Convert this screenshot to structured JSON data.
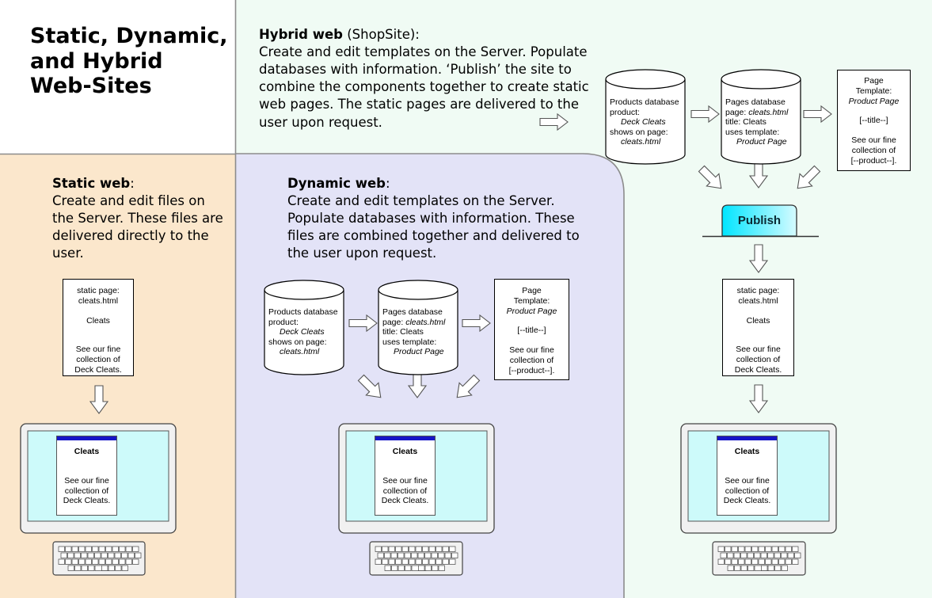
{
  "title": "Static, Dynamic, and Hybrid Web-Sites",
  "hybrid": {
    "heading": "Hybrid web",
    "subheading": " (ShopSite):",
    "description": "Create and edit templates on the Server. Populate databases with information. ‘Publish’ the site to combine the components together to create static web pages. The static pages are delivered to the user upon request.",
    "publish_label": "Publish"
  },
  "static": {
    "heading": "Static web",
    "colon": ":",
    "description": "Create and edit files on the Server. These files are delivered directly to the user."
  },
  "dynamic": {
    "heading": "Dynamic web",
    "colon": ":",
    "description": "Create and edit templates on the Server. Populate databases with information. These files are combined together and delivered to the user upon request."
  },
  "static_page": {
    "line1": "static page:",
    "line2": "cleats.html",
    "title": "Cleats",
    "body1": "See our fine",
    "body2": "collection of",
    "body3": "Deck Cleats."
  },
  "products_db": {
    "line1": "Products database",
    "line2": "product:",
    "line3": "Deck Cleats",
    "line4": "shows on page:",
    "line5": "cleats.html"
  },
  "pages_db": {
    "line1": "Pages database",
    "line2a": "page: ",
    "line2b": "cleats.html",
    "line3": "title: Cleats",
    "line4": "uses template:",
    "line5": "Product Page"
  },
  "template": {
    "line1": "Page",
    "line2": "Template:",
    "line3": "Product Page",
    "line4": "[--title--]",
    "line5": "See our fine",
    "line6": "collection of",
    "line7": "[--product--]."
  },
  "browser_page": {
    "title": "Cleats",
    "body1": "See our fine",
    "body2": "collection of",
    "body3": "Deck Cleats."
  },
  "colors": {
    "static_bg": "#fbe7cc",
    "dynamic_bg": "#e3e3f7",
    "hybrid_bg": "#f0fbf4",
    "screen": "#cdfafa",
    "browser_bar": "#1616c8",
    "publish_gradient": [
      "#00e5ff",
      "#d6fbff"
    ]
  }
}
